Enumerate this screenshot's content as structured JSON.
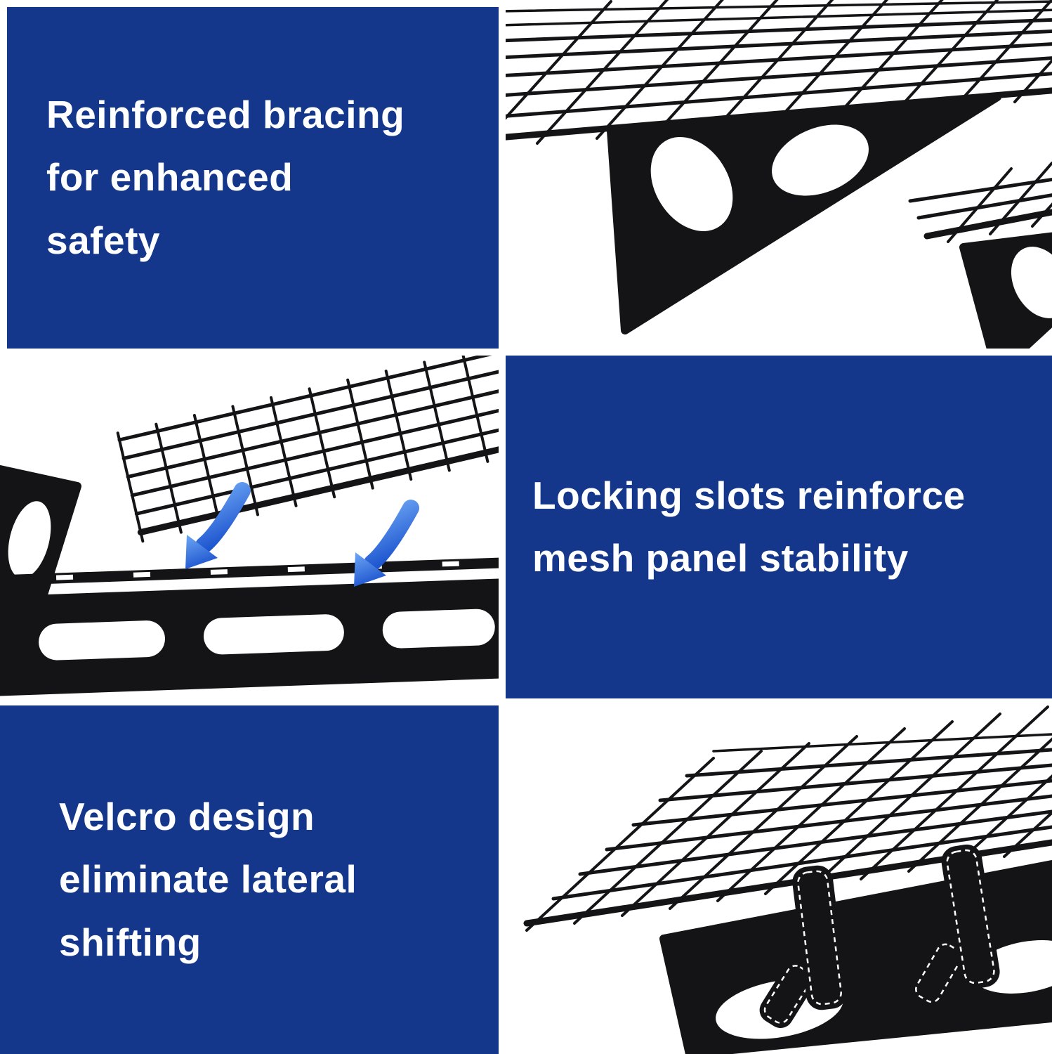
{
  "colors": {
    "panel_blue": "#14378c",
    "text_white": "#ffffff",
    "photo_bg": "#ffffff",
    "metal_black": "#141417",
    "arrow_blue_light": "#6fa8f5",
    "arrow_blue_dark": "#1d55cf",
    "stitch_white": "#ffffff"
  },
  "features": [
    {
      "id": "reinforced-bracing",
      "text": "Reinforced bracing for enhanced safety",
      "lines": [
        "Reinforced bracing",
        "for enhanced",
        "safety"
      ]
    },
    {
      "id": "locking-slots",
      "text": "Locking slots reinforce mesh panel stability",
      "lines": [
        "Locking slots reinforce",
        "mesh panel stability"
      ]
    },
    {
      "id": "velcro-design",
      "text": "Velcro design eliminate lateral shifting",
      "lines": [
        "Velcro design",
        "eliminate lateral",
        "shifting"
      ]
    }
  ]
}
